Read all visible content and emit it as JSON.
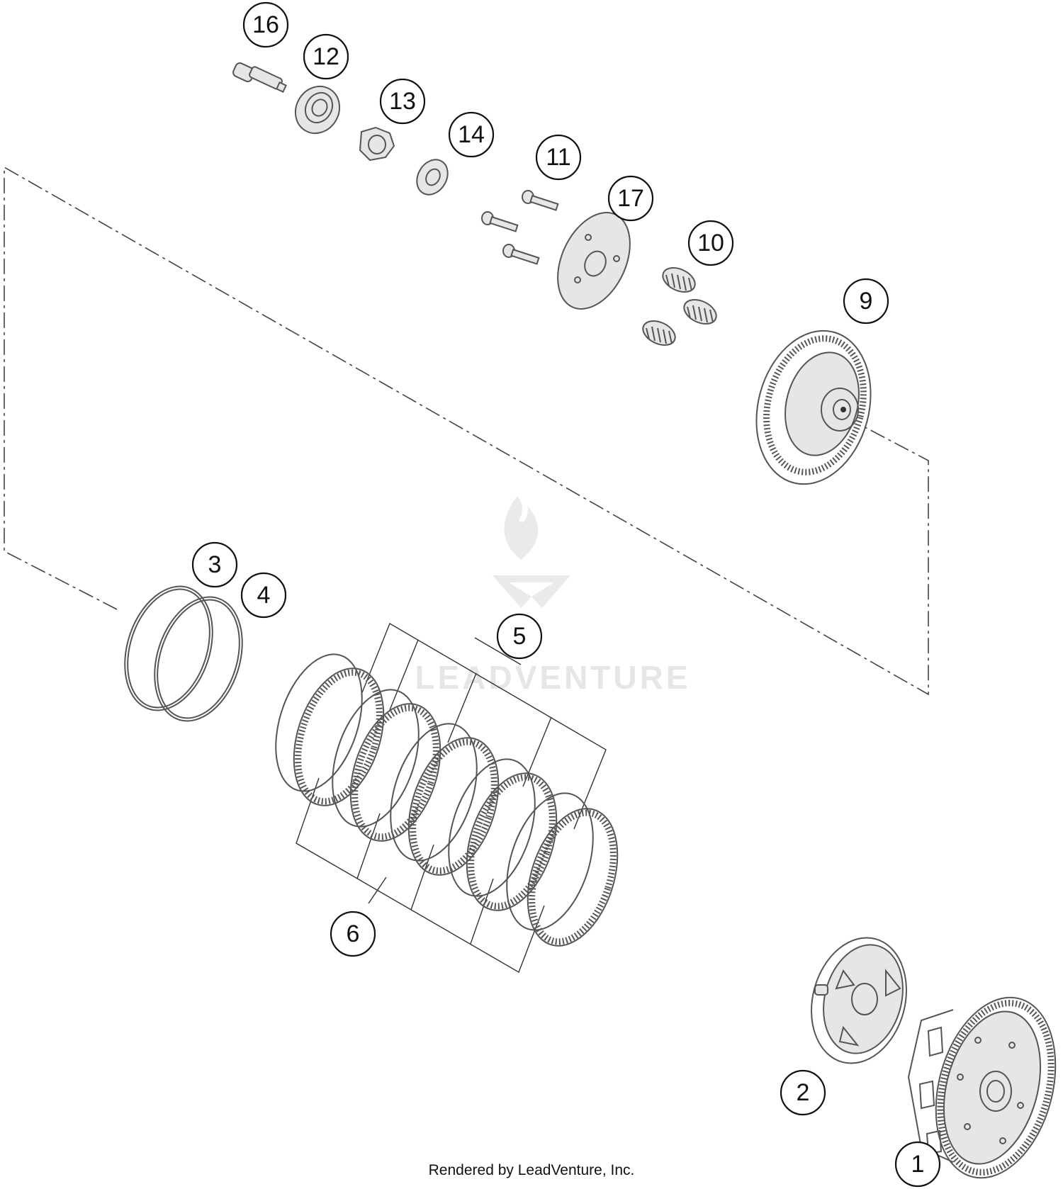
{
  "diagram": {
    "callouts": [
      {
        "id": "c16",
        "label": "16"
      },
      {
        "id": "c12",
        "label": "12"
      },
      {
        "id": "c13",
        "label": "13"
      },
      {
        "id": "c14",
        "label": "14"
      },
      {
        "id": "c11",
        "label": "11"
      },
      {
        "id": "c17",
        "label": "17"
      },
      {
        "id": "c10",
        "label": "10"
      },
      {
        "id": "c9",
        "label": "9"
      },
      {
        "id": "c3",
        "label": "3"
      },
      {
        "id": "c4",
        "label": "4"
      },
      {
        "id": "c5",
        "label": "5"
      },
      {
        "id": "c6",
        "label": "6"
      },
      {
        "id": "c2",
        "label": "2"
      },
      {
        "id": "c1",
        "label": "1"
      }
    ],
    "watermark": "LEADVENTURE",
    "footer": "Rendered by LeadVenture, Inc."
  }
}
